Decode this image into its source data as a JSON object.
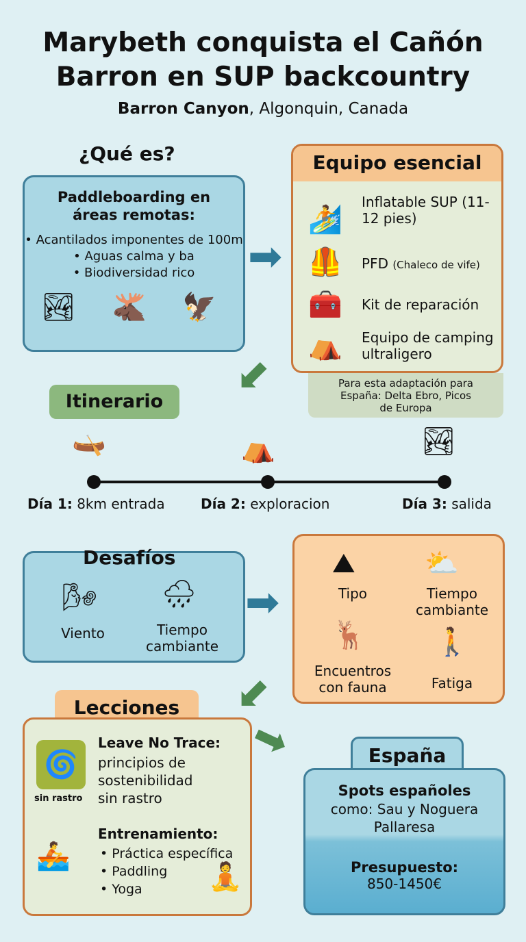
{
  "title": "Marybeth conquista el Cañón Barron en SUP backcountry",
  "subtitle": {
    "bold": "Barron Canyon",
    "rest": ", Algonquin, Canada"
  },
  "que_es": {
    "heading": "¿Qué es?",
    "title": "Paddleboarding en áreas remotas:",
    "bullets": [
      "• Acantilados imponentes de 100m",
      "• Aguas calma y ba",
      "• Biodiversidad rico"
    ]
  },
  "equipo": {
    "heading": "Equipo esencial",
    "items": [
      {
        "label": "Inflatable SUP (11-12 pies)"
      },
      {
        "label": "PFD",
        "small": "(Chaleco de vife)"
      },
      {
        "label": "Kit de reparación"
      },
      {
        "label": "Equipo de camping ultraligero"
      }
    ],
    "note": "Para esta adaptación para España: Delta Ebro, Picos de Europa"
  },
  "itinerario": {
    "heading": "Itinerario",
    "days": [
      {
        "day": "Día 1:",
        "text": " 8km entrada"
      },
      {
        "day": "Día 2:",
        "text": " exploracion"
      },
      {
        "day": "Día 3:",
        "text": " salida"
      }
    ]
  },
  "desafios": {
    "heading": "Desafíos",
    "items": [
      "Viento",
      "Tiempo cambiante"
    ]
  },
  "desafios2": {
    "items": [
      "Tipo",
      "Tiempo cambiante",
      "Encuentros con fauna",
      "Fatiga"
    ]
  },
  "lecciones": {
    "heading": "Lecciones",
    "lnt_logo": "sin rastro",
    "lnt_title": "Leave No Trace:",
    "lnt_text": "principios de sostenibilidad sin rastro",
    "train_title": "Entrenamiento:",
    "train_items": [
      "• Práctica específica",
      "• Paddling",
      "• Yoga"
    ]
  },
  "espana": {
    "heading": "España",
    "spots_title": "Spots españoles",
    "spots_text": "como: Sau y Noguera Pallaresa",
    "budget_title": "Presupuesto:",
    "budget": "850-1450€"
  }
}
